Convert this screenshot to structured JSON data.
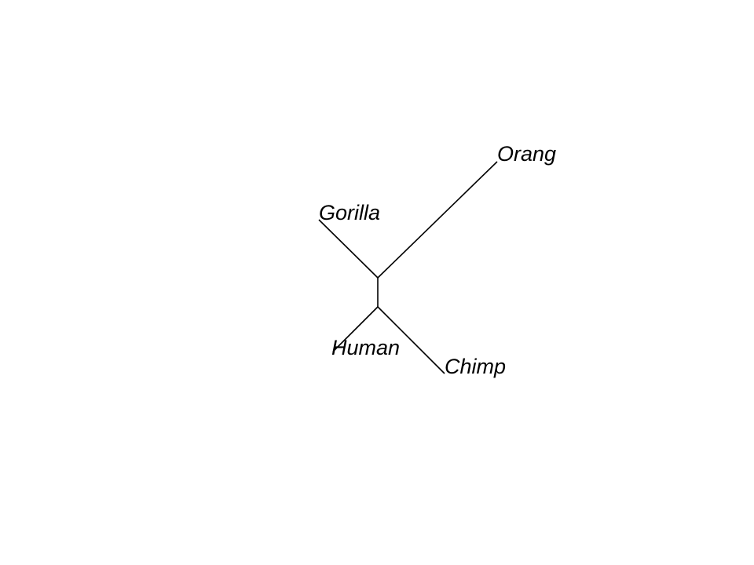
{
  "tree": {
    "type": "unrooted phylogenetic tree",
    "tips": [
      {
        "id": "orang",
        "label": "Orang"
      },
      {
        "id": "gorilla",
        "label": "Gorilla"
      },
      {
        "id": "human",
        "label": "Human"
      },
      {
        "id": "chimp",
        "label": "Chimp"
      }
    ],
    "topology": "((Human,Chimp),Gorilla,Orang)",
    "branch_color": "#000000",
    "label_color": "#000000",
    "label_style": "italic"
  }
}
